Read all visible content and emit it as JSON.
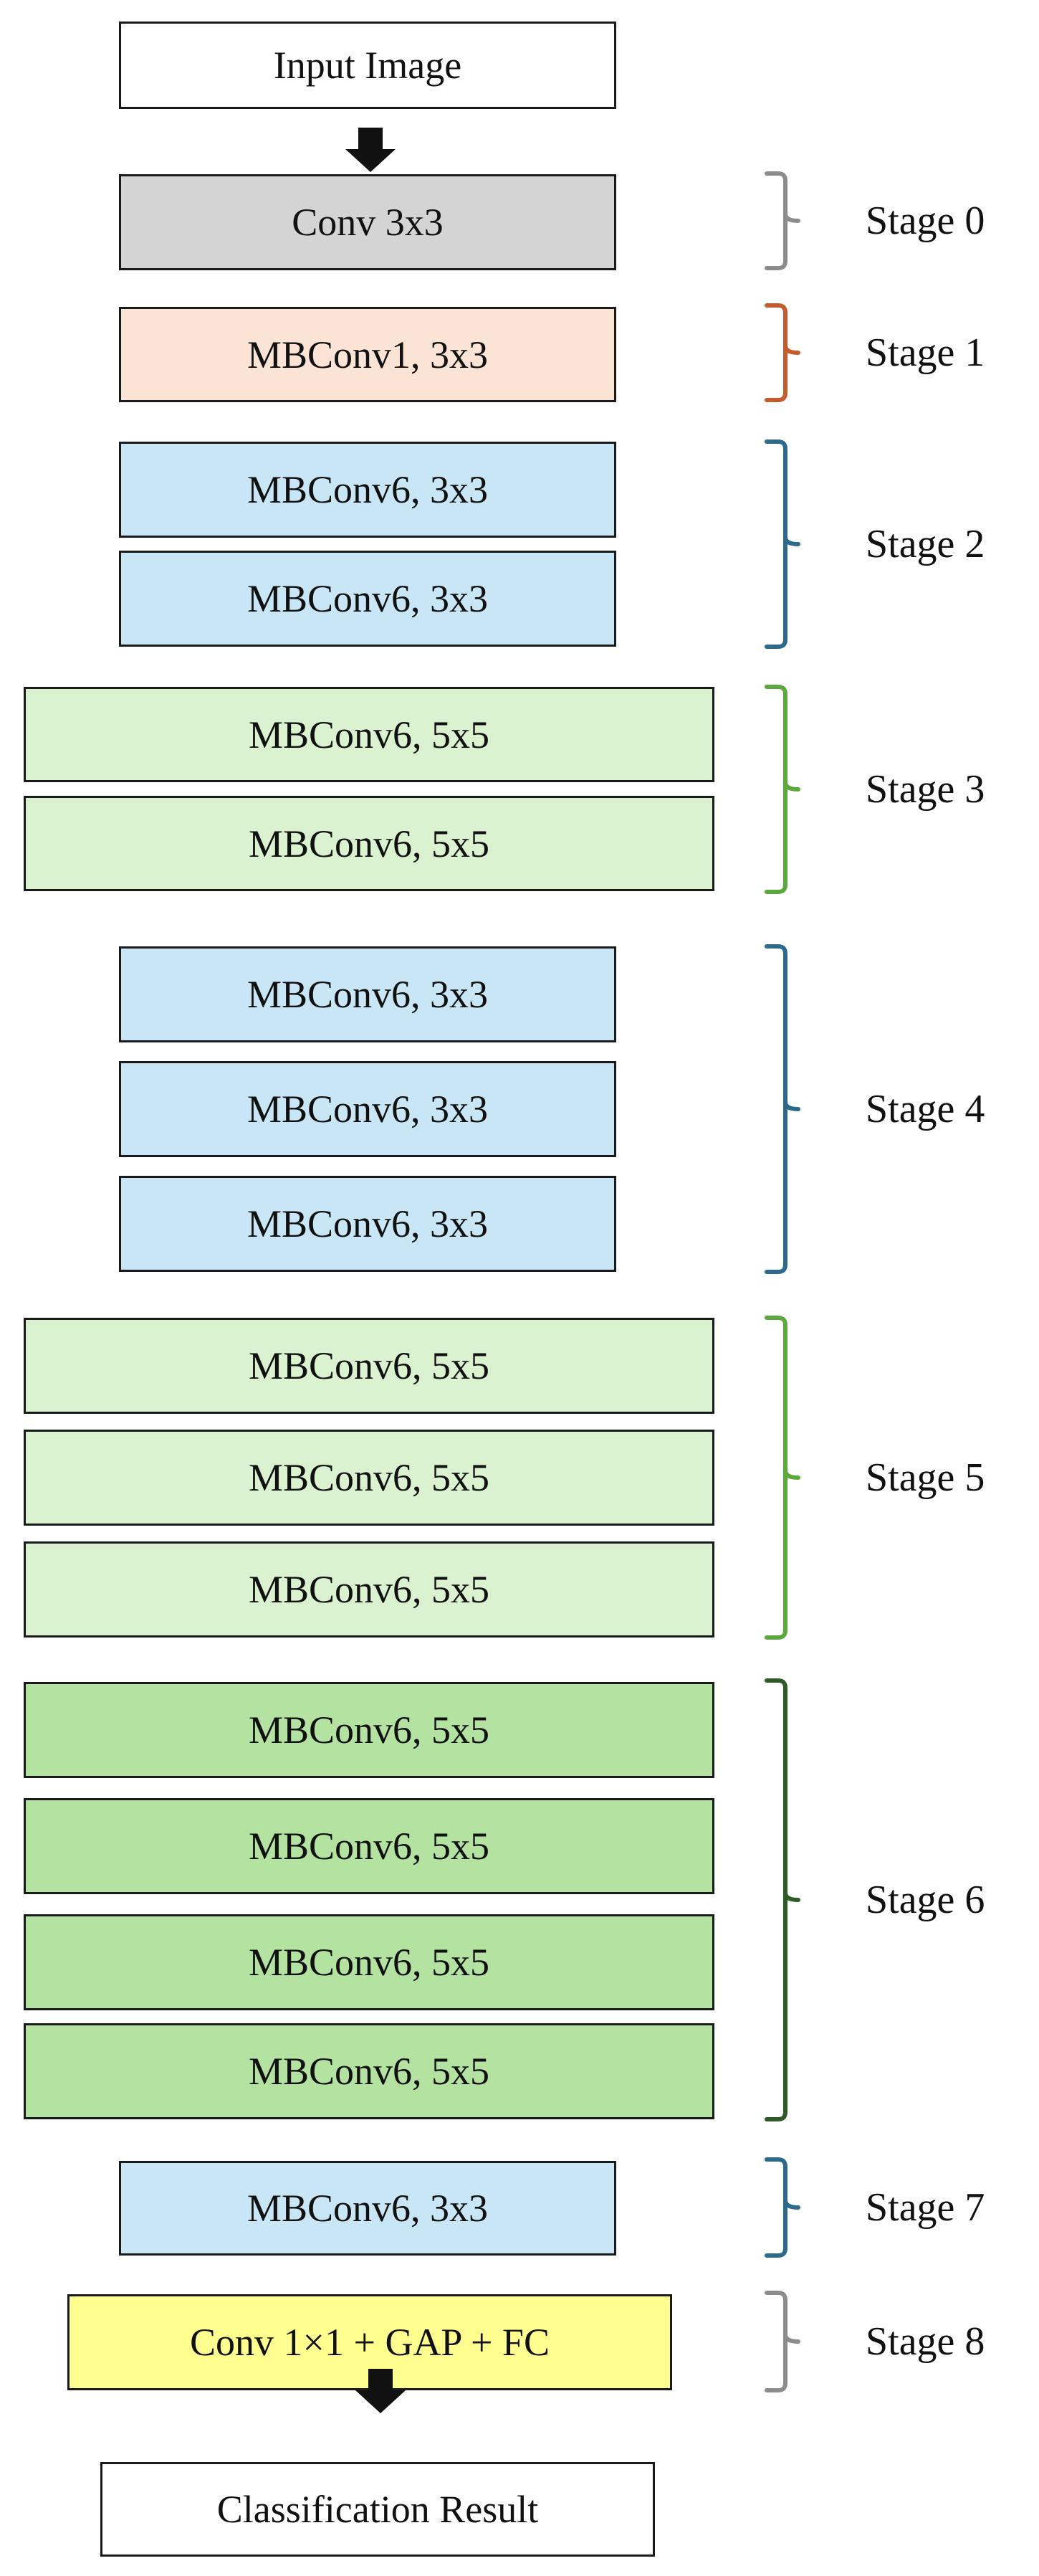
{
  "colors": {
    "gray_fill": "#d4d4d4",
    "peach_fill": "#fbe3d6",
    "blue_fill": "#c8e6f5",
    "light_green_fill": "#daf2d0",
    "green_fill": "#b3e2a1",
    "yellow_fill": "#ffff8f",
    "white_fill": "#ffffff",
    "gray_brace": "#8c8c8c",
    "orange_brace": "#c55a2a",
    "blue_brace": "#2b6a8c",
    "green_brace": "#5aaa3a",
    "dark_green_brace": "#2e5a26"
  },
  "input": {
    "label": "Input Image"
  },
  "output": {
    "label": "Classification Result"
  },
  "stages": [
    {
      "label": "Stage 0",
      "brace_color": "gray_brace",
      "blocks": [
        {
          "label": "Conv 3x3",
          "fill": "gray_fill"
        }
      ]
    },
    {
      "label": "Stage 1",
      "brace_color": "orange_brace",
      "blocks": [
        {
          "label": "MBConv1, 3x3",
          "fill": "peach_fill"
        }
      ]
    },
    {
      "label": "Stage 2",
      "brace_color": "blue_brace",
      "blocks": [
        {
          "label": "MBConv6, 3x3",
          "fill": "blue_fill"
        },
        {
          "label": "MBConv6, 3x3",
          "fill": "blue_fill"
        }
      ]
    },
    {
      "label": "Stage 3",
      "brace_color": "green_brace",
      "blocks": [
        {
          "label": "MBConv6, 5x5",
          "fill": "light_green_fill"
        },
        {
          "label": "MBConv6, 5x5",
          "fill": "light_green_fill"
        }
      ]
    },
    {
      "label": "Stage 4",
      "brace_color": "blue_brace",
      "blocks": [
        {
          "label": "MBConv6, 3x3",
          "fill": "blue_fill"
        },
        {
          "label": "MBConv6, 3x3",
          "fill": "blue_fill"
        },
        {
          "label": "MBConv6, 3x3",
          "fill": "blue_fill"
        }
      ]
    },
    {
      "label": "Stage 5",
      "brace_color": "green_brace",
      "blocks": [
        {
          "label": "MBConv6, 5x5",
          "fill": "light_green_fill"
        },
        {
          "label": "MBConv6, 5x5",
          "fill": "light_green_fill"
        },
        {
          "label": "MBConv6, 5x5",
          "fill": "light_green_fill"
        }
      ]
    },
    {
      "label": "Stage 6",
      "brace_color": "dark_green_brace",
      "blocks": [
        {
          "label": "MBConv6, 5x5",
          "fill": "green_fill"
        },
        {
          "label": "MBConv6, 5x5",
          "fill": "green_fill"
        },
        {
          "label": "MBConv6, 5x5",
          "fill": "green_fill"
        },
        {
          "label": "MBConv6, 5x5",
          "fill": "green_fill"
        }
      ]
    },
    {
      "label": "Stage 7",
      "brace_color": "blue_brace",
      "blocks": [
        {
          "label": "MBConv6, 3x3",
          "fill": "blue_fill"
        }
      ]
    },
    {
      "label": "Stage 8",
      "brace_color": "gray_brace",
      "blocks": [
        {
          "label": "Conv 1×1 + GAP + FC",
          "fill": "yellow_fill"
        }
      ]
    }
  ]
}
